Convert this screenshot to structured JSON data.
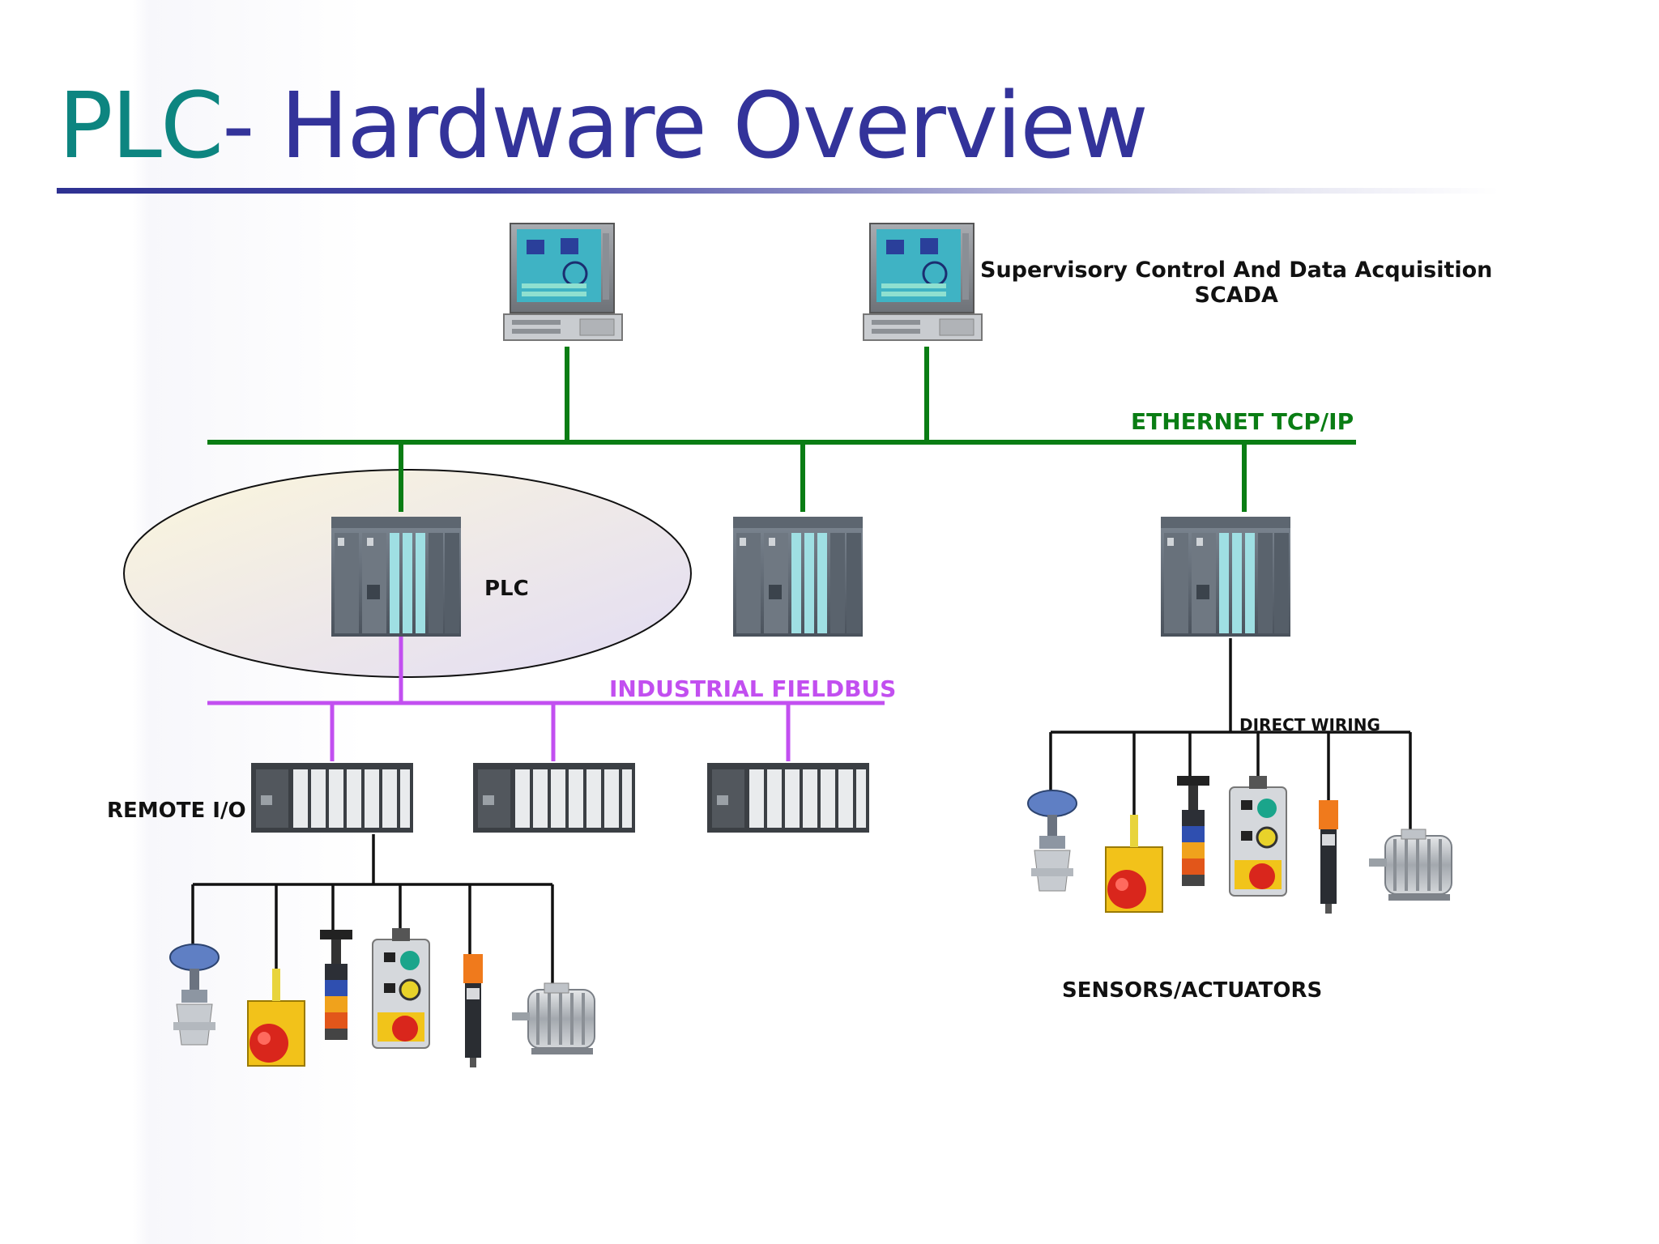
{
  "slide": {
    "title_part1": "PLC",
    "title_part2": "- Hardware Overview",
    "colors": {
      "title_accent": "#0d8580",
      "title_main": "#33339a",
      "ethernet": "#0a7d14",
      "fieldbus": "#c24ff0",
      "wiring": "#111111"
    }
  },
  "labels": {
    "scada_line1": "Supervisory Control And Data Acquisition",
    "scada_line2": "SCADA",
    "ethernet": "ETHERNET TCP/IP",
    "plc": "PLC",
    "fieldbus": "INDUSTRIAL FIELDBUS",
    "remote_io": "REMOTE I/O",
    "direct_wiring": "DIRECT WIRING",
    "sensors_actuators": "SENSORS/ACTUATORS"
  },
  "icons": {
    "workstations": [
      "scada-workstation-icon",
      "scada-workstation-icon"
    ],
    "plcs": [
      "plc-rack-icon",
      "plc-rack-icon",
      "plc-rack-icon"
    ],
    "remote_io": [
      "remote-io-module-icon",
      "remote-io-module-icon",
      "remote-io-module-icon"
    ],
    "field_devices": [
      "control-valve-icon",
      "emergency-stop-icon",
      "signal-tower-icon",
      "pushbutton-station-icon",
      "proximity-sensor-icon",
      "electric-motor-icon"
    ]
  }
}
